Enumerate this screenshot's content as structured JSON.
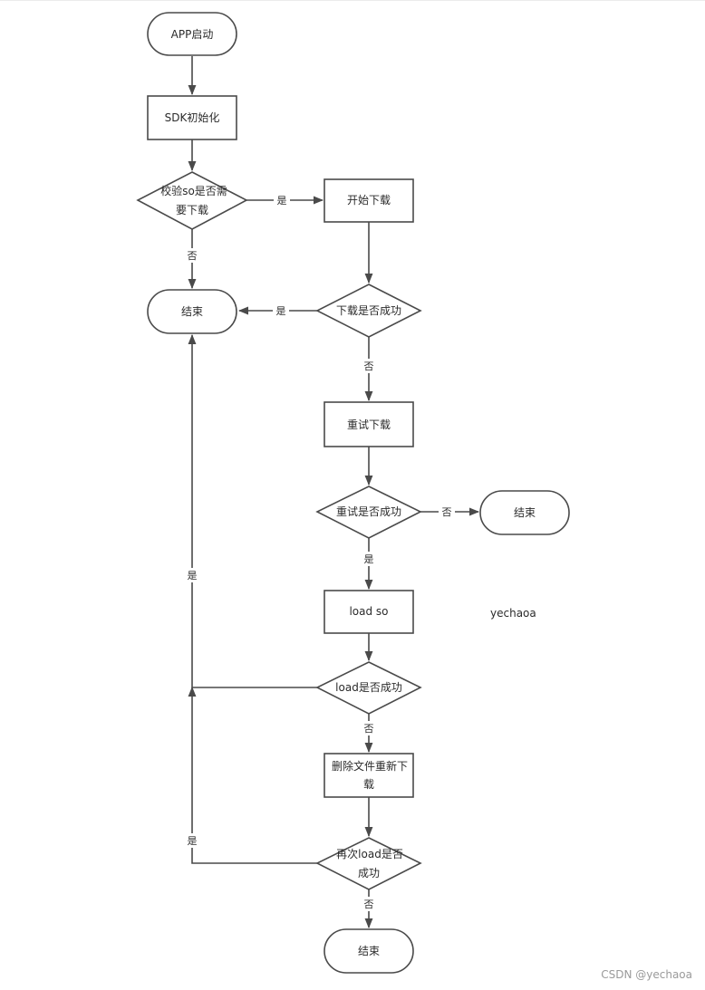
{
  "nodes": {
    "app_start": "APP启动",
    "sdk_init": "SDK初始化",
    "check_so": [
      "校验so是否需",
      "要下载"
    ],
    "end_1": "结束",
    "start_download": "开始下载",
    "download_ok": "下载是否成功",
    "retry_download": "重试下载",
    "retry_ok": "重试是否成功",
    "end_2": "结束",
    "load_so": "load so",
    "load_ok": "load是否成功",
    "delete_redownload": [
      "删除文件重新下",
      "载"
    ],
    "reload_ok": [
      "再次load是否",
      "成功"
    ],
    "end_3": "结束"
  },
  "edges": {
    "check_yes": "是",
    "check_no": "否",
    "download_yes": "是",
    "download_no": "否",
    "retry_no": "否",
    "retry_yes": "是",
    "load_yes": "是",
    "load_no": "否",
    "reload_yes": "是",
    "reload_no": "否"
  },
  "watermark": "yechaoa",
  "credit": "CSDN @yechaoa",
  "colors": {
    "stroke": "#4a4a4a",
    "text": "#2b2b2b",
    "background": "#ffffff"
  }
}
